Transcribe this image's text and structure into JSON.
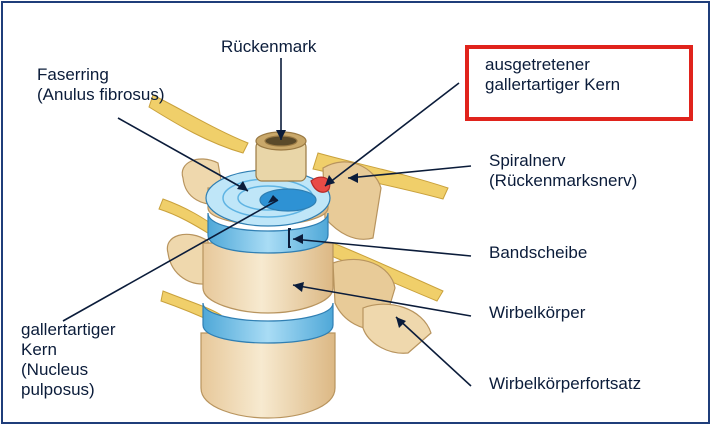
{
  "labels": {
    "rueckenmark": "Rückenmark",
    "faserring": "Faserring\n(Anulus fibrosus)",
    "ausgetretener_kern": "ausgetretener\ngallertartiger Kern",
    "spiralnerv": "Spiralnerv\n(Rückenmarksnerv)",
    "bandscheibe": "Bandscheibe",
    "wirbelkoerper": "Wirbelkörper",
    "gallertartiger_kern": "gallertartiger\nKern\n(Nucleus\npulposus)",
    "wirbelkoerperfortsatz": "Wirbelkörperfortsatz"
  },
  "colors": {
    "frame_border": "#1f3d7a",
    "highlight_border": "#e0231c",
    "bone": "#f3dfb8",
    "disc": "#7cc8ef",
    "nerve": "#f0cf6a",
    "pointer_line": "#0b1c3a"
  }
}
